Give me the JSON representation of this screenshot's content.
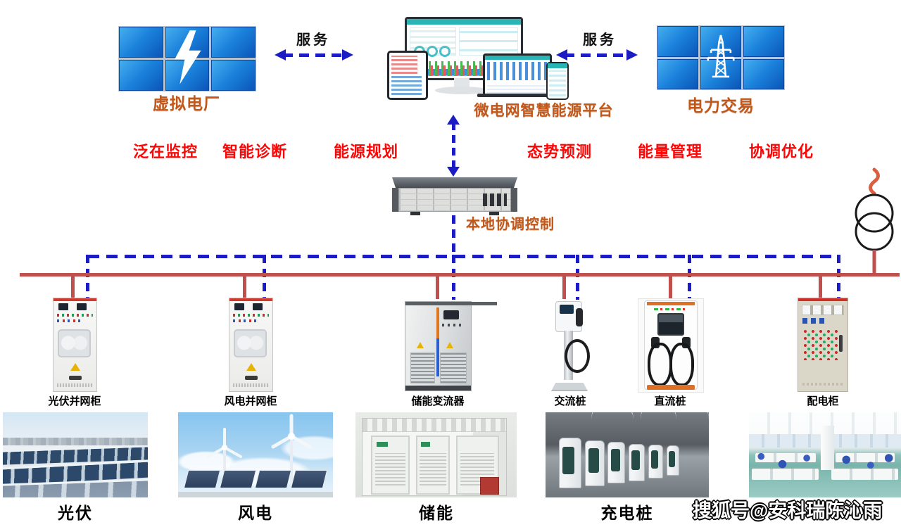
{
  "top": {
    "virtual_plant_label": "虚拟电厂",
    "service_left": "服务",
    "platform_label": "微电网智慧能源平台",
    "service_right": "服务",
    "power_trading_label": "电力交易"
  },
  "capabilities": [
    "泛在监控",
    "智能诊断",
    "能源规划",
    "态势预测",
    "能量管理",
    "协调优化"
  ],
  "controller_label": "本地协调控制",
  "device_labels": [
    "光伏并网柜",
    "风电并网柜",
    "储能变流器",
    "交流桩",
    "直流桩",
    "配电柜"
  ],
  "photo_labels": [
    "光伏",
    "风电",
    "储能",
    "充电桩"
  ],
  "watermark": "搜狐号@安科瑞陈沁雨",
  "icons": {
    "virtual_plant": "lightning-icon",
    "power_trading": "transmission-tower-icon",
    "grid_connection": "transformer-icon"
  },
  "colors": {
    "connector_blue": "#1c1cc4",
    "bus_red": "#c0504d",
    "capability_red": "#fe0606",
    "label_orange": "#c2571a"
  }
}
